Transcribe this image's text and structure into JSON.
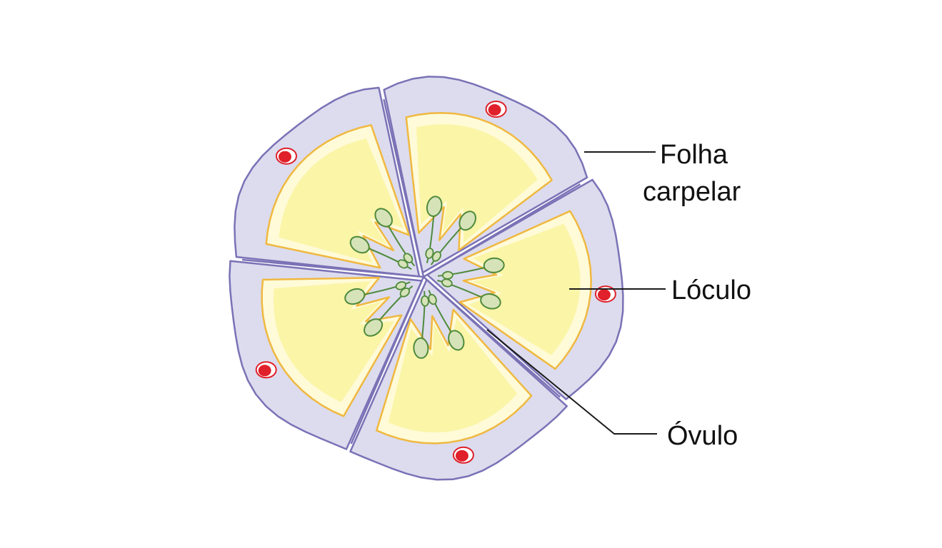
{
  "labels": {
    "carpel_line1": "Folha",
    "carpel_line2": "carpelar",
    "locule": "Lóculo",
    "ovule": "Óvulo"
  },
  "diagram": {
    "carpel_count": 5,
    "ovules_per_carpel": 2
  },
  "colors": {
    "wall_fill": "#dcdcee",
    "wall_stroke": "#7a72b6",
    "locule_fill": "#fbf5a8",
    "locule_border": "#f0b840",
    "locule_inner_rim": "#fffbd8",
    "ovule_fill": "#d6e3b8",
    "ovule_stroke": "#4f8a3c",
    "bundle_red": "#e0202a",
    "bundle_white": "#ffffff",
    "text": "#111111"
  }
}
